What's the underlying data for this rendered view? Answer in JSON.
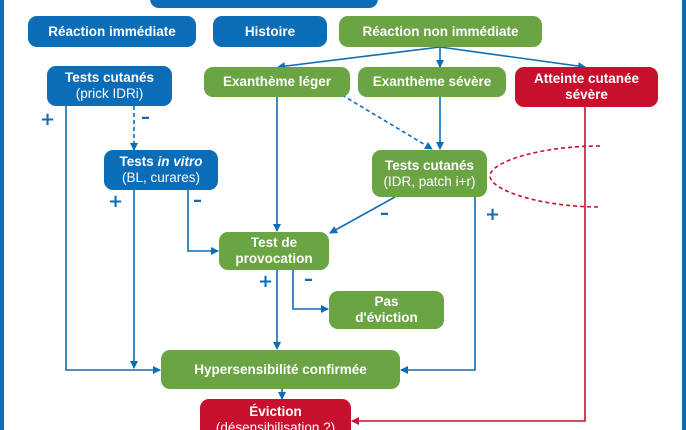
{
  "nodes": {
    "reaction_immediate": "Réaction immédiate",
    "histoire": "Histoire",
    "reaction_non_immediate": "Réaction non immédiate",
    "tests_cutanes_1": {
      "title": "Tests cutanés",
      "sub": "(prick IDRi)"
    },
    "exantheme_leger": "Exanthème léger",
    "exantheme_severe": "Exanthème sévère",
    "atteinte_cutanee": {
      "line1": "Atteinte cutanée",
      "line2": "sévère"
    },
    "tests_in_vitro": {
      "title": "Tests ",
      "title_italic": "in vitro",
      "sub": "(BL, curares)"
    },
    "tests_cutanes_2": {
      "title": "Tests cutanés",
      "sub": "(IDR, patch i+r)"
    },
    "test_provocation": {
      "line1": "Test de",
      "line2": "provocation"
    },
    "pas_eviction": {
      "line1": "Pas",
      "line2": "d'éviction"
    },
    "hypersensibilite": "Hypersensibilité confirmée",
    "eviction": {
      "line1": "Éviction",
      "line2": "(désensibilisation ?)"
    }
  },
  "signs": {
    "plus": "+",
    "minus": "–"
  },
  "colors": {
    "blue": "#0b6db7",
    "green": "#6aa443",
    "red": "#c8102e"
  }
}
